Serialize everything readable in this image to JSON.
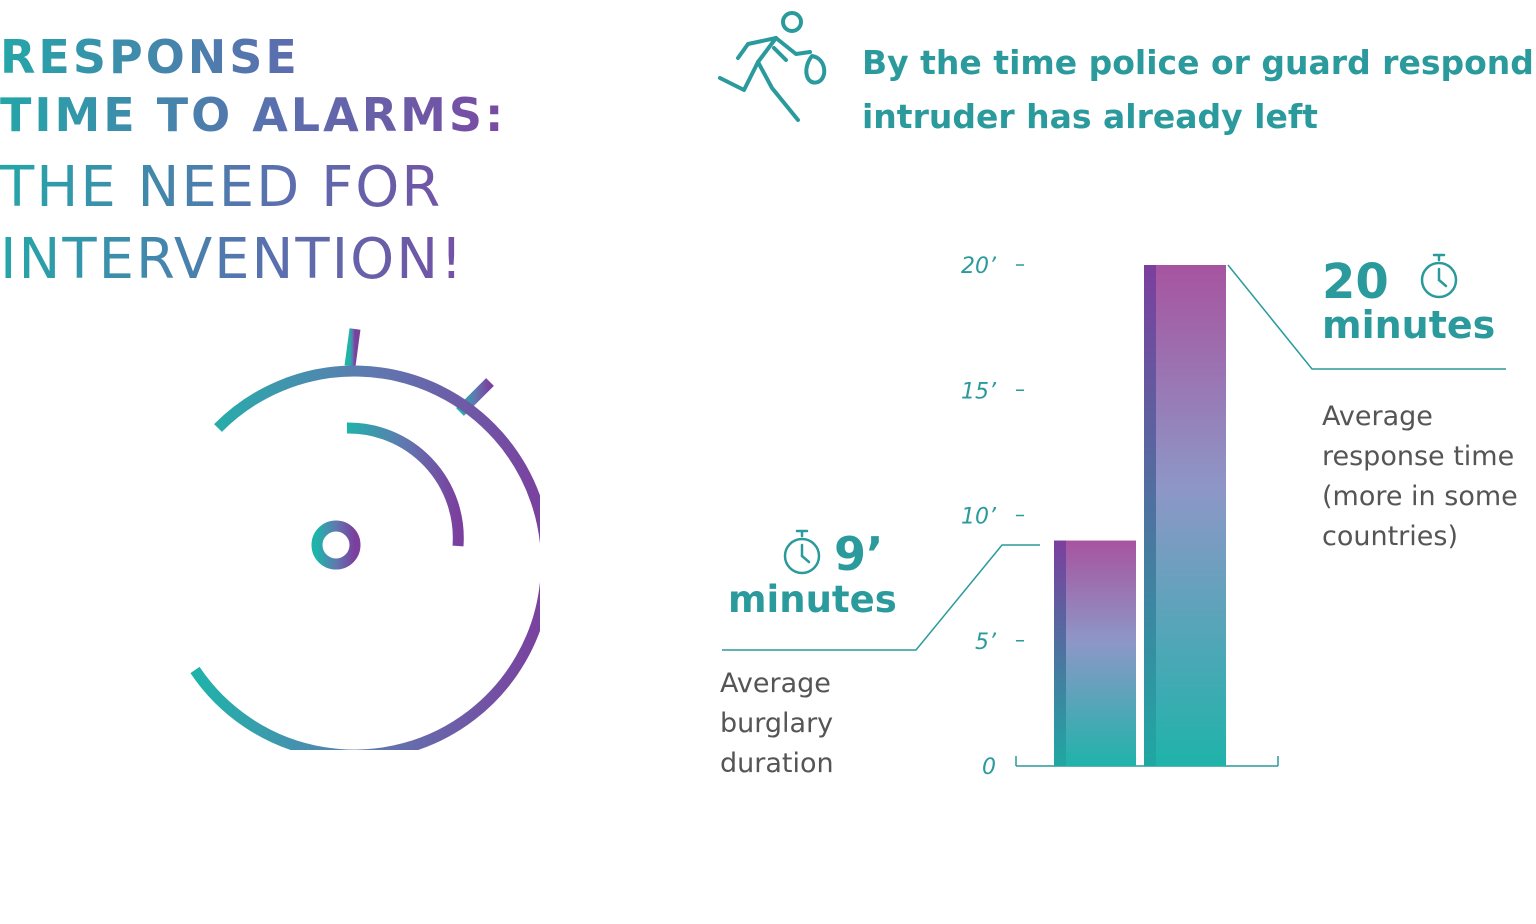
{
  "headline": {
    "line1": "RESPONSE",
    "line2": "TIME TO ALARMS:",
    "line3": "THE NEED FOR",
    "line4": "INTERVENTION!"
  },
  "callout": {
    "line1": "By the time police or guard respond",
    "line2": "intruder has already left"
  },
  "labels": {
    "burglary_value": "9’",
    "burglary_unit": "minutes",
    "burglary_desc1": "Average",
    "burglary_desc2": "burglary",
    "burglary_desc3": "duration",
    "response_value": "20",
    "response_unit": "minutes",
    "response_desc1": "Average",
    "response_desc2": "response time",
    "response_desc3": "(more in some",
    "response_desc4": "countries)"
  },
  "icons": {
    "stopwatch": "stopwatch-icon",
    "runner": "burglar-running-icon",
    "small_timer": "timer-icon"
  },
  "colors": {
    "teal": "#1fb3aa",
    "purple": "#7b3f9e",
    "text_teal": "#2a9a9c",
    "gray": "#555555"
  },
  "chart_data": {
    "type": "bar",
    "categories": [
      "Average burglary duration",
      "Average response time"
    ],
    "values": [
      9,
      20
    ],
    "ylim": [
      0,
      20
    ],
    "yticks": [
      0,
      5,
      10,
      15,
      20
    ],
    "ytick_labels": [
      "0",
      "5’",
      "10’",
      "15’",
      "20’"
    ],
    "grid": false
  }
}
